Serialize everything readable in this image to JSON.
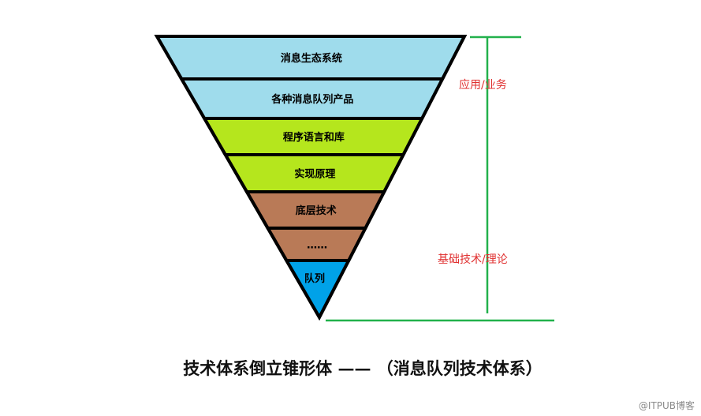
{
  "layers": [
    {
      "label": "消息生态系统",
      "color": "#9fdcec"
    },
    {
      "label": "各种消息队列产品",
      "color": "#9fdcec"
    },
    {
      "label": "程序语言和库",
      "color": "#b5e61d"
    },
    {
      "label": "实现原理",
      "color": "#b5e61d"
    },
    {
      "label": "底层技术",
      "color": "#b97a57"
    },
    {
      "label": "……",
      "color": "#b97a57"
    },
    {
      "label": "队列",
      "color": "#00a2e8"
    }
  ],
  "side_labels": {
    "upper": "应用/业务",
    "lower": "基础技术/理论"
  },
  "bracket_color": "#22b14c",
  "title": "技术体系倒立锥形体 —— （消息队列技术体系）",
  "watermark": "@ITPUB博客"
}
